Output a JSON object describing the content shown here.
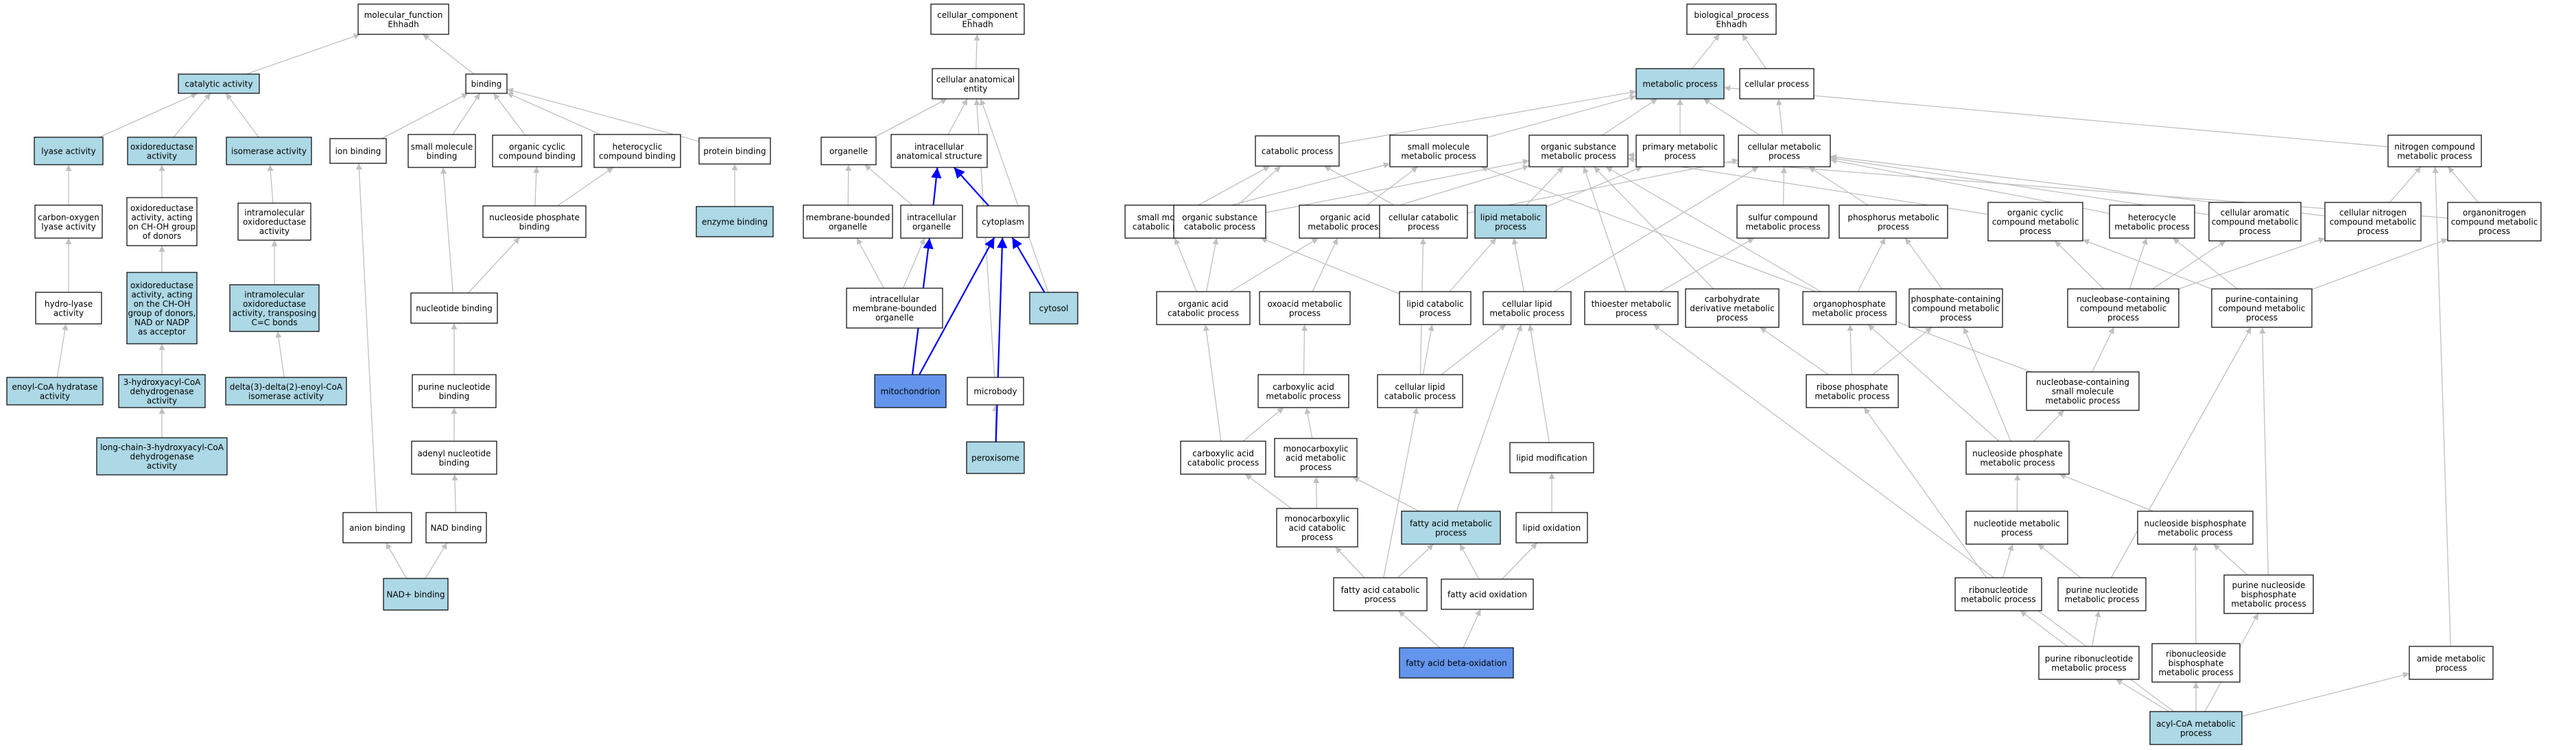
{
  "colors": {
    "default_fill": "#ffffff",
    "highlight_fill": "#add8e6",
    "strong_fill": "#6495ed",
    "edge": "#c0c0c0",
    "edge_strong": "#0000ff",
    "border": "#000000"
  },
  "nodes": [
    {
      "id": "mf",
      "lines": [
        "molecular_function",
        "Ehhadh"
      ],
      "style": "default"
    },
    {
      "id": "cat",
      "lines": [
        "catalytic activity"
      ],
      "style": "highlight"
    },
    {
      "id": "binding",
      "lines": [
        "binding"
      ],
      "style": "default"
    },
    {
      "id": "lyase",
      "lines": [
        "lyase activity"
      ],
      "style": "highlight"
    },
    {
      "id": "oxred",
      "lines": [
        "oxidoreductase",
        "activity"
      ],
      "style": "highlight"
    },
    {
      "id": "isom",
      "lines": [
        "isomerase activity"
      ],
      "style": "highlight"
    },
    {
      "id": "co_lyase",
      "lines": [
        "carbon-oxygen",
        "lyase activity"
      ],
      "style": "default"
    },
    {
      "id": "hydrolyase",
      "lines": [
        "hydro-lyase",
        "activity"
      ],
      "style": "default"
    },
    {
      "id": "enoyl",
      "lines": [
        "enoyl-CoA hydratase",
        "activity"
      ],
      "style": "highlight"
    },
    {
      "id": "oxred_choh",
      "lines": [
        "oxidoreductase",
        "activity, acting",
        "on CH-OH group",
        "of donors"
      ],
      "style": "default"
    },
    {
      "id": "oxred_nad",
      "lines": [
        "oxidoreductase",
        "activity, acting",
        "on the CH-OH",
        "group of donors,",
        "NAD or NADP",
        "as acceptor"
      ],
      "style": "highlight"
    },
    {
      "id": "hacd",
      "lines": [
        "3-hydroxyacyl-CoA",
        "dehydrogenase",
        "activity"
      ],
      "style": "highlight"
    },
    {
      "id": "lchacd",
      "lines": [
        "long-chain-3-hydroxyacyl-CoA",
        "dehydrogenase",
        "activity"
      ],
      "style": "highlight"
    },
    {
      "id": "intramol",
      "lines": [
        "intramolecular",
        "oxidoreductase",
        "activity"
      ],
      "style": "default"
    },
    {
      "id": "intramol_cc",
      "lines": [
        "intramolecular",
        "oxidoreductase",
        "activity, transposing",
        "C=C bonds"
      ],
      "style": "highlight"
    },
    {
      "id": "d3d2",
      "lines": [
        "delta(3)-delta(2)-enoyl-CoA",
        "isomerase activity"
      ],
      "style": "highlight"
    },
    {
      "id": "ion",
      "lines": [
        "ion binding"
      ],
      "style": "default"
    },
    {
      "id": "smb",
      "lines": [
        "small molecule",
        "binding"
      ],
      "style": "default"
    },
    {
      "id": "occb",
      "lines": [
        "organic cyclic",
        "compound binding"
      ],
      "style": "default"
    },
    {
      "id": "hccb",
      "lines": [
        "heterocyclic",
        "compound binding"
      ],
      "style": "default"
    },
    {
      "id": "protb",
      "lines": [
        "protein binding"
      ],
      "style": "default"
    },
    {
      "id": "enzb",
      "lines": [
        "enzyme binding"
      ],
      "style": "highlight"
    },
    {
      "id": "nspb",
      "lines": [
        "nucleoside phosphate",
        "binding"
      ],
      "style": "default"
    },
    {
      "id": "nucb",
      "lines": [
        "nucleotide binding"
      ],
      "style": "default"
    },
    {
      "id": "purb",
      "lines": [
        "purine nucleotide",
        "binding"
      ],
      "style": "default"
    },
    {
      "id": "adenb",
      "lines": [
        "adenyl nucleotide",
        "binding"
      ],
      "style": "default"
    },
    {
      "id": "anion",
      "lines": [
        "anion binding"
      ],
      "style": "default"
    },
    {
      "id": "nadb",
      "lines": [
        "NAD binding"
      ],
      "style": "default"
    },
    {
      "id": "nadp",
      "lines": [
        "NAD+ binding"
      ],
      "style": "highlight"
    },
    {
      "id": "cc",
      "lines": [
        "cellular_component",
        "Ehhadh"
      ],
      "style": "default"
    },
    {
      "id": "cae",
      "lines": [
        "cellular anatomical",
        "entity"
      ],
      "style": "default"
    },
    {
      "id": "organelle",
      "lines": [
        "organelle"
      ],
      "style": "default"
    },
    {
      "id": "ias",
      "lines": [
        "intracellular",
        "anatomical structure"
      ],
      "style": "default"
    },
    {
      "id": "mbo",
      "lines": [
        "membrane-bounded",
        "organelle"
      ],
      "style": "default"
    },
    {
      "id": "io",
      "lines": [
        "intracellular",
        "organelle"
      ],
      "style": "default"
    },
    {
      "id": "cyto",
      "lines": [
        "cytoplasm"
      ],
      "style": "default"
    },
    {
      "id": "imbo",
      "lines": [
        "intracellular",
        "membrane-bounded",
        "organelle"
      ],
      "style": "default"
    },
    {
      "id": "cytosol",
      "lines": [
        "cytosol"
      ],
      "style": "highlight"
    },
    {
      "id": "mito",
      "lines": [
        "mitochondrion"
      ],
      "style": "strong"
    },
    {
      "id": "microbody",
      "lines": [
        "microbody"
      ],
      "style": "default"
    },
    {
      "id": "perox",
      "lines": [
        "peroxisome"
      ],
      "style": "highlight"
    },
    {
      "id": "bp",
      "lines": [
        "biological_process",
        "Ehhadh"
      ],
      "style": "default"
    },
    {
      "id": "metab",
      "lines": [
        "metabolic process"
      ],
      "style": "highlight"
    },
    {
      "id": "cellp",
      "lines": [
        "cellular process"
      ],
      "style": "default"
    },
    {
      "id": "catab",
      "lines": [
        "catabolic process"
      ],
      "style": "default"
    },
    {
      "id": "smmp",
      "lines": [
        "small molecule",
        "metabolic process"
      ],
      "style": "default"
    },
    {
      "id": "osmp",
      "lines": [
        "organic substance",
        "metabolic process"
      ],
      "style": "default"
    },
    {
      "id": "primp",
      "lines": [
        "primary metabolic",
        "process"
      ],
      "style": "default"
    },
    {
      "id": "cmp",
      "lines": [
        "cellular metabolic",
        "process"
      ],
      "style": "default"
    },
    {
      "id": "ncmp",
      "lines": [
        "nitrogen compound",
        "metabolic process"
      ],
      "style": "default"
    },
    {
      "id": "smcp",
      "lines": [
        "small molecule",
        "catabolic process"
      ],
      "style": "default"
    },
    {
      "id": "oscp",
      "lines": [
        "organic substance",
        "catabolic process"
      ],
      "style": "default"
    },
    {
      "id": "oamp",
      "lines": [
        "organic acid",
        "metabolic process"
      ],
      "style": "default"
    },
    {
      "id": "ccp",
      "lines": [
        "cellular catabolic",
        "process"
      ],
      "style": "default"
    },
    {
      "id": "lmp",
      "lines": [
        "lipid metabolic",
        "process"
      ],
      "style": "highlight"
    },
    {
      "id": "scmp",
      "lines": [
        "sulfur compound",
        "metabolic process"
      ],
      "style": "default"
    },
    {
      "id": "phmp",
      "lines": [
        "phosphorus metabolic",
        "process"
      ],
      "style": "default"
    },
    {
      "id": "occmp",
      "lines": [
        "organic cyclic",
        "compound metabolic",
        "process"
      ],
      "style": "default"
    },
    {
      "id": "hcmp",
      "lines": [
        "heterocycle",
        "metabolic process"
      ],
      "style": "default"
    },
    {
      "id": "cacmp",
      "lines": [
        "cellular aromatic",
        "compound metabolic",
        "process"
      ],
      "style": "default"
    },
    {
      "id": "cncmp",
      "lines": [
        "cellular nitrogen",
        "compound metabolic",
        "process"
      ],
      "style": "default"
    },
    {
      "id": "onmp",
      "lines": [
        "organonitrogen",
        "compound metabolic",
        "process"
      ],
      "style": "default"
    },
    {
      "id": "oacp",
      "lines": [
        "organic acid",
        "catabolic process"
      ],
      "style": "default"
    },
    {
      "id": "oxomp",
      "lines": [
        "oxoacid metabolic",
        "process"
      ],
      "style": "default"
    },
    {
      "id": "lcp",
      "lines": [
        "lipid catabolic",
        "process"
      ],
      "style": "default"
    },
    {
      "id": "clmp",
      "lines": [
        "cellular lipid",
        "metabolic process"
      ],
      "style": "default"
    },
    {
      "id": "temp",
      "lines": [
        "thioester metabolic",
        "process"
      ],
      "style": "default"
    },
    {
      "id": "cdmp",
      "lines": [
        "carbohydrate",
        "derivative metabolic",
        "process"
      ],
      "style": "default"
    },
    {
      "id": "opmp",
      "lines": [
        "organophosphate",
        "metabolic process"
      ],
      "style": "default"
    },
    {
      "id": "pccmp",
      "lines": [
        "phosphate-containing",
        "compound metabolic",
        "process"
      ],
      "style": "default"
    },
    {
      "id": "nbccmp",
      "lines": [
        "nucleobase-containing",
        "compound metabolic",
        "process"
      ],
      "style": "default"
    },
    {
      "id": "pcmp",
      "lines": [
        "purine-containing",
        "compound metabolic",
        "process"
      ],
      "style": "default"
    },
    {
      "id": "camp",
      "lines": [
        "carboxylic acid",
        "metabolic process"
      ],
      "style": "default"
    },
    {
      "id": "clcp",
      "lines": [
        "cellular lipid",
        "catabolic process"
      ],
      "style": "default"
    },
    {
      "id": "rpmp",
      "lines": [
        "ribose phosphate",
        "metabolic process"
      ],
      "style": "default"
    },
    {
      "id": "nbcsmmp",
      "lines": [
        "nucleobase-containing",
        "small molecule",
        "metabolic process"
      ],
      "style": "default"
    },
    {
      "id": "cacp",
      "lines": [
        "carboxylic acid",
        "catabolic process"
      ],
      "style": "default"
    },
    {
      "id": "mcamp",
      "lines": [
        "monocarboxylic",
        "acid metabolic",
        "process"
      ],
      "style": "default"
    },
    {
      "id": "lmod",
      "lines": [
        "lipid modification"
      ],
      "style": "default"
    },
    {
      "id": "nspmp",
      "lines": [
        "nucleoside phosphate",
        "metabolic process"
      ],
      "style": "default"
    },
    {
      "id": "mcacp",
      "lines": [
        "monocarboxylic",
        "acid catabolic",
        "process"
      ],
      "style": "default"
    },
    {
      "id": "famp",
      "lines": [
        "fatty acid metabolic",
        "process"
      ],
      "style": "highlight"
    },
    {
      "id": "lox",
      "lines": [
        "lipid oxidation"
      ],
      "style": "default"
    },
    {
      "id": "ntmp",
      "lines": [
        "nucleotide metabolic",
        "process"
      ],
      "style": "default"
    },
    {
      "id": "nsbpmp",
      "lines": [
        "nucleoside bisphosphate",
        "metabolic process"
      ],
      "style": "default"
    },
    {
      "id": "facp",
      "lines": [
        "fatty acid catabolic",
        "process"
      ],
      "style": "default"
    },
    {
      "id": "faox",
      "lines": [
        "fatty acid oxidation"
      ],
      "style": "default"
    },
    {
      "id": "rnmp",
      "lines": [
        "ribonucleotide",
        "metabolic process"
      ],
      "style": "default"
    },
    {
      "id": "pnmp",
      "lines": [
        "purine nucleotide",
        "metabolic process"
      ],
      "style": "default"
    },
    {
      "id": "pnsbpmp",
      "lines": [
        "purine nucleoside",
        "bisphosphate",
        "metabolic process"
      ],
      "style": "default"
    },
    {
      "id": "fabo",
      "lines": [
        "fatty acid beta-oxidation"
      ],
      "style": "strong"
    },
    {
      "id": "prnmp",
      "lines": [
        "purine ribonucleotide",
        "metabolic process"
      ],
      "style": "default"
    },
    {
      "id": "rnsbpmp",
      "lines": [
        "ribonucleoside",
        "bisphosphate",
        "metabolic process"
      ],
      "style": "default"
    },
    {
      "id": "amp",
      "lines": [
        "amide metabolic",
        "process"
      ],
      "style": "default"
    },
    {
      "id": "acoa",
      "lines": [
        "acyl-CoA metabolic",
        "process"
      ],
      "style": "highlight"
    }
  ],
  "edges": [
    [
      "cat",
      "mf"
    ],
    [
      "binding",
      "mf"
    ],
    [
      "lyase",
      "cat"
    ],
    [
      "oxred",
      "cat"
    ],
    [
      "isom",
      "cat"
    ],
    [
      "co_lyase",
      "lyase"
    ],
    [
      "hydrolyase",
      "co_lyase"
    ],
    [
      "enoyl",
      "hydrolyase"
    ],
    [
      "oxred_choh",
      "oxred"
    ],
    [
      "oxred_nad",
      "oxred_choh"
    ],
    [
      "hacd",
      "oxred_nad"
    ],
    [
      "lchacd",
      "hacd"
    ],
    [
      "intramol",
      "isom"
    ],
    [
      "intramol_cc",
      "intramol"
    ],
    [
      "d3d2",
      "intramol_cc"
    ],
    [
      "ion",
      "binding"
    ],
    [
      "smb",
      "binding"
    ],
    [
      "occb",
      "binding"
    ],
    [
      "hccb",
      "binding"
    ],
    [
      "protb",
      "binding"
    ],
    [
      "enzb",
      "protb"
    ],
    [
      "nspb",
      "occb"
    ],
    [
      "nspb",
      "hccb"
    ],
    [
      "nucb",
      "nspb"
    ],
    [
      "nucb",
      "smb"
    ],
    [
      "purb",
      "nucb"
    ],
    [
      "adenb",
      "purb"
    ],
    [
      "anion",
      "ion"
    ],
    [
      "nadb",
      "adenb"
    ],
    [
      "nadp",
      "anion"
    ],
    [
      "nadp",
      "nadb"
    ],
    [
      "cae",
      "cc"
    ],
    [
      "organelle",
      "cae"
    ],
    [
      "ias",
      "cae"
    ],
    [
      "mbo",
      "organelle"
    ],
    [
      "io",
      "organelle"
    ],
    [
      "io",
      "ias"
    ],
    [
      "cyto",
      "ias"
    ],
    [
      "imbo",
      "mbo"
    ],
    [
      "imbo",
      "io"
    ],
    [
      "cytosol",
      "cae"
    ],
    [
      "microbody",
      "cae"
    ],
    [
      "perox",
      "microbody"
    ],
    [
      "bp",
      "bp"
    ],
    [
      "metab",
      "bp"
    ],
    [
      "cellp",
      "bp"
    ],
    [
      "catab",
      "metab"
    ],
    [
      "smmp",
      "metab"
    ],
    [
      "osmp",
      "metab"
    ],
    [
      "primp",
      "metab"
    ],
    [
      "cmp",
      "metab"
    ],
    [
      "cmp",
      "cellp"
    ],
    [
      "ncmp",
      "metab"
    ],
    [
      "smcp",
      "catab"
    ],
    [
      "smcp",
      "smmp"
    ],
    [
      "oscp",
      "catab"
    ],
    [
      "oscp",
      "osmp"
    ],
    [
      "oamp",
      "smmp"
    ],
    [
      "oamp",
      "osmp"
    ],
    [
      "ccp",
      "catab"
    ],
    [
      "ccp",
      "cmp"
    ],
    [
      "lmp",
      "osmp"
    ],
    [
      "lmp",
      "primp"
    ],
    [
      "scmp",
      "cmp"
    ],
    [
      "phmp",
      "cmp"
    ],
    [
      "occmp",
      "osmp"
    ],
    [
      "hcmp",
      "cmp"
    ],
    [
      "cacmp",
      "cmp"
    ],
    [
      "cncmp",
      "ncmp"
    ],
    [
      "cncmp",
      "cmp"
    ],
    [
      "onmp",
      "ncmp"
    ],
    [
      "onmp",
      "osmp"
    ],
    [
      "oacp",
      "oamp"
    ],
    [
      "oacp",
      "oscp"
    ],
    [
      "oacp",
      "smcp"
    ],
    [
      "oxomp",
      "oamp"
    ],
    [
      "lcp",
      "lmp"
    ],
    [
      "lcp",
      "oscp"
    ],
    [
      "clmp",
      "lmp"
    ],
    [
      "clmp",
      "cmp"
    ],
    [
      "temp",
      "scmp"
    ],
    [
      "temp",
      "osmp"
    ],
    [
      "cdmp",
      "osmp"
    ],
    [
      "opmp",
      "phmp"
    ],
    [
      "opmp",
      "osmp"
    ],
    [
      "pccmp",
      "phmp"
    ],
    [
      "nbccmp",
      "occmp"
    ],
    [
      "nbccmp",
      "hcmp"
    ],
    [
      "nbccmp",
      "cacmp"
    ],
    [
      "nbccmp",
      "cncmp"
    ],
    [
      "pcmp",
      "occmp"
    ],
    [
      "pcmp",
      "hcmp"
    ],
    [
      "pcmp",
      "onmp"
    ],
    [
      "camp",
      "oxomp"
    ],
    [
      "clcp",
      "lcp"
    ],
    [
      "clcp",
      "ccp"
    ],
    [
      "clcp",
      "clmp"
    ],
    [
      "rpmp",
      "cdmp"
    ],
    [
      "rpmp",
      "opmp"
    ],
    [
      "rpmp",
      "pccmp"
    ],
    [
      "nbcsmmp",
      "nbccmp"
    ],
    [
      "nbcsmmp",
      "smmp"
    ],
    [
      "cacp",
      "camp"
    ],
    [
      "cacp",
      "oacp"
    ],
    [
      "mcamp",
      "camp"
    ],
    [
      "lmod",
      "clmp"
    ],
    [
      "nspmp",
      "nbcsmmp"
    ],
    [
      "nspmp",
      "opmp"
    ],
    [
      "nspmp",
      "pccmp"
    ],
    [
      "mcacp",
      "mcamp"
    ],
    [
      "mcacp",
      "cacp"
    ],
    [
      "famp",
      "mcamp"
    ],
    [
      "famp",
      "clmp"
    ],
    [
      "lox",
      "lmod"
    ],
    [
      "ntmp",
      "nspmp"
    ],
    [
      "nsbpmp",
      "nspmp"
    ],
    [
      "facp",
      "mcacp"
    ],
    [
      "facp",
      "famp"
    ],
    [
      "facp",
      "clcp"
    ],
    [
      "faox",
      "famp"
    ],
    [
      "faox",
      "lox"
    ],
    [
      "rnmp",
      "ntmp"
    ],
    [
      "rnmp",
      "rpmp"
    ],
    [
      "pnmp",
      "ntmp"
    ],
    [
      "pnmp",
      "pcmp"
    ],
    [
      "pnsbpmp",
      "nsbpmp"
    ],
    [
      "pnsbpmp",
      "pcmp"
    ],
    [
      "fabo",
      "facp"
    ],
    [
      "fabo",
      "faox"
    ],
    [
      "prnmp",
      "rnmp"
    ],
    [
      "prnmp",
      "pnmp"
    ],
    [
      "rnsbpmp",
      "nsbpmp"
    ],
    [
      "amp",
      "ncmp"
    ],
    [
      "acoa",
      "temp"
    ],
    [
      "acoa",
      "prnmp"
    ],
    [
      "acoa",
      "rnsbpmp"
    ],
    [
      "acoa",
      "pnsbpmp"
    ],
    [
      "acoa",
      "amp"
    ]
  ],
  "strong_edges": [
    [
      "io",
      "ias"
    ],
    [
      "cyto",
      "ias"
    ],
    [
      "mito",
      "io"
    ],
    [
      "mito",
      "cyto"
    ],
    [
      "cytosol",
      "cyto"
    ],
    [
      "perox",
      "cyto"
    ]
  ]
}
